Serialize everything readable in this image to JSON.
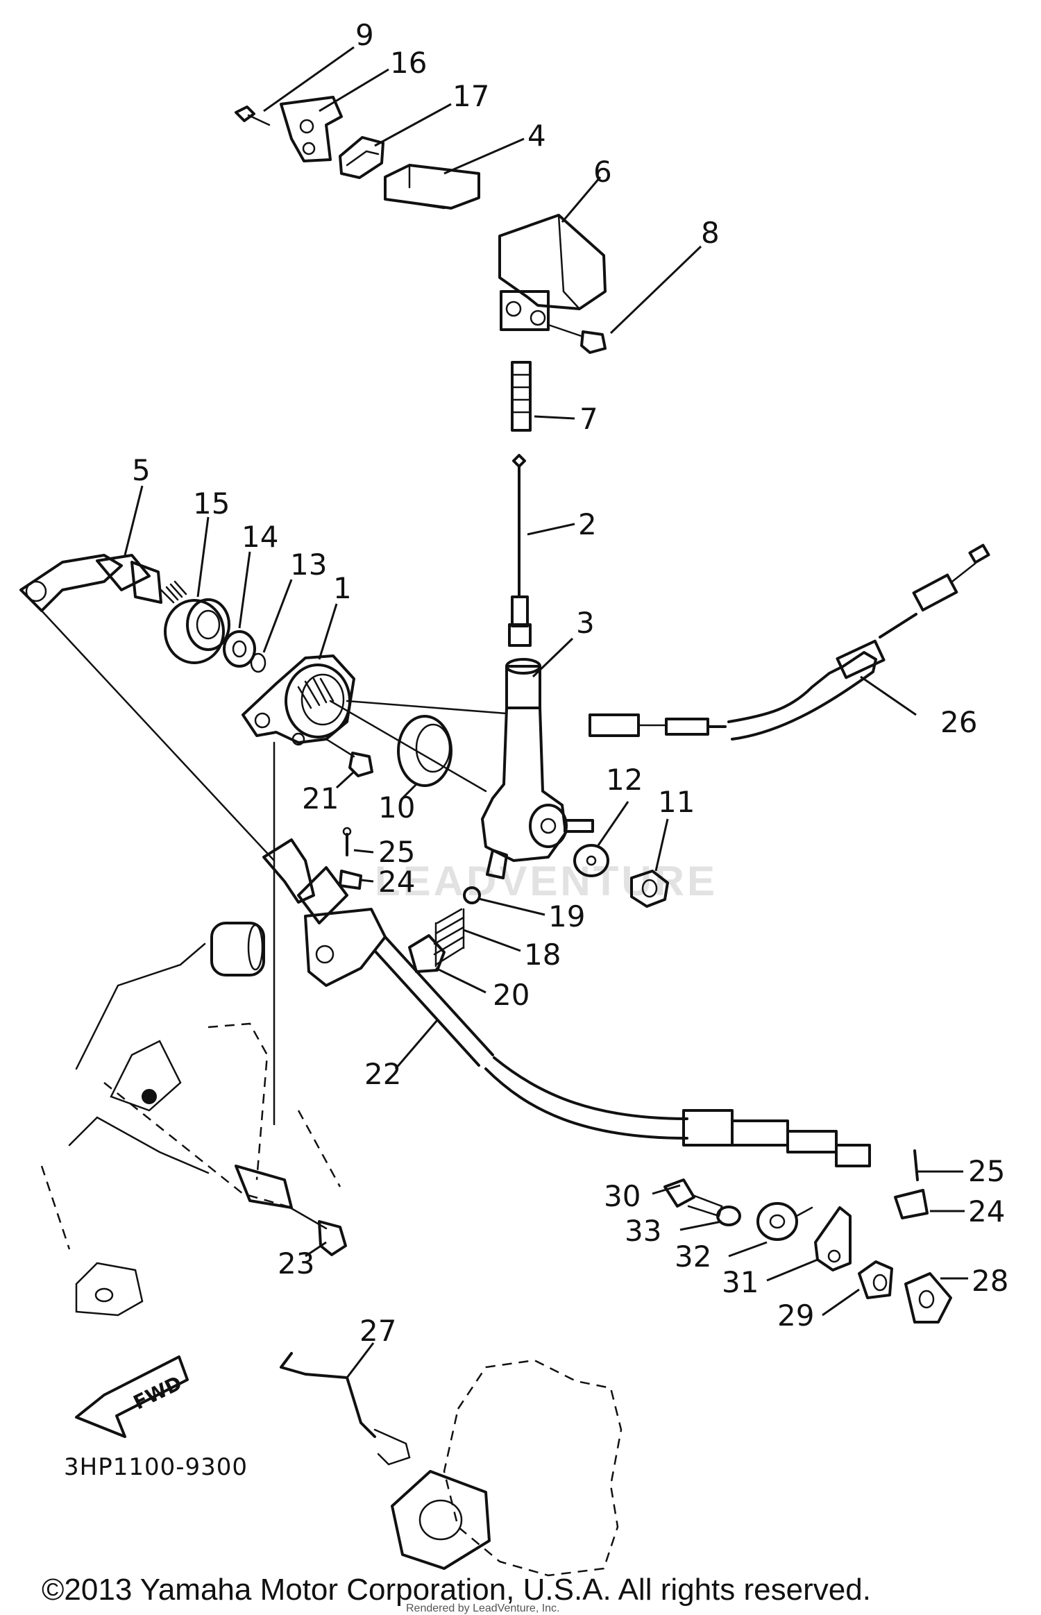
{
  "diagram": {
    "watermark": "LEADVENTURE",
    "drawing_code": "3HP1100-9300",
    "fwd_label": "FWD",
    "copyright": "©2013 Yamaha Motor Corporation, U.S.A. All rights reserved.",
    "rendered_by": "Rendered by LeadVenture, Inc.",
    "callouts": [
      {
        "id": "c9",
        "label": "9"
      },
      {
        "id": "c16",
        "label": "16"
      },
      {
        "id": "c17",
        "label": "17"
      },
      {
        "id": "c4",
        "label": "4"
      },
      {
        "id": "c6",
        "label": "6"
      },
      {
        "id": "c8",
        "label": "8"
      },
      {
        "id": "c7",
        "label": "7"
      },
      {
        "id": "c2",
        "label": "2"
      },
      {
        "id": "c5",
        "label": "5"
      },
      {
        "id": "c15",
        "label": "15"
      },
      {
        "id": "c14",
        "label": "14"
      },
      {
        "id": "c13",
        "label": "13"
      },
      {
        "id": "c1",
        "label": "1"
      },
      {
        "id": "c3",
        "label": "3"
      },
      {
        "id": "c26",
        "label": "26"
      },
      {
        "id": "c12",
        "label": "12"
      },
      {
        "id": "c11",
        "label": "11"
      },
      {
        "id": "c21",
        "label": "21"
      },
      {
        "id": "c10",
        "label": "10"
      },
      {
        "id": "c25a",
        "label": "25"
      },
      {
        "id": "c24a",
        "label": "24"
      },
      {
        "id": "c19",
        "label": "19"
      },
      {
        "id": "c18",
        "label": "18"
      },
      {
        "id": "c20",
        "label": "20"
      },
      {
        "id": "c22",
        "label": "22"
      },
      {
        "id": "c25b",
        "label": "25"
      },
      {
        "id": "c30",
        "label": "30"
      },
      {
        "id": "c24b",
        "label": "24"
      },
      {
        "id": "c33",
        "label": "33"
      },
      {
        "id": "c32",
        "label": "32"
      },
      {
        "id": "c31",
        "label": "31"
      },
      {
        "id": "c28",
        "label": "28"
      },
      {
        "id": "c29",
        "label": "29"
      },
      {
        "id": "c23",
        "label": "23"
      },
      {
        "id": "c27",
        "label": "27"
      }
    ]
  }
}
